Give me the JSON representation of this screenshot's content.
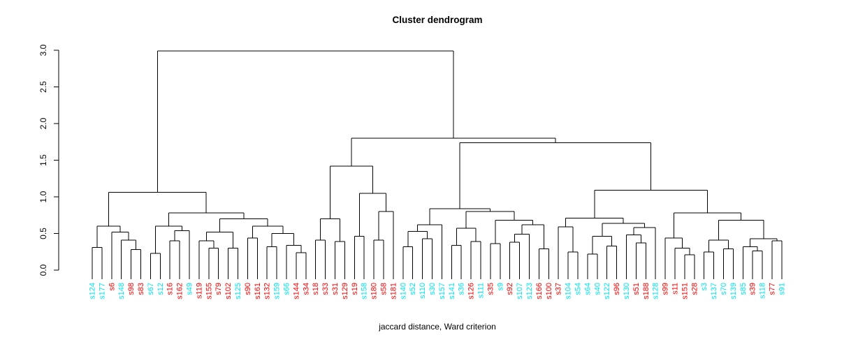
{
  "title": "Cluster dendrogram",
  "xlabel": "jaccard distance, Ward criterion",
  "chart_data": {
    "type": "dendrogram",
    "title": "Cluster dendrogram",
    "xlabel": "jaccard distance, Ward criterion",
    "ylim": [
      0,
      3
    ],
    "grid": false,
    "y_axis": {
      "ticks": [
        {
          "value": 0.0,
          "label": "0.0"
        },
        {
          "value": 0.5,
          "label": "0.5"
        },
        {
          "value": 1.0,
          "label": "1.0"
        },
        {
          "value": 1.5,
          "label": "1.5"
        },
        {
          "value": 2.0,
          "label": "2.0"
        },
        {
          "value": 2.5,
          "label": "2.5"
        },
        {
          "value": 3.0,
          "label": "3.0"
        }
      ]
    },
    "colors": {
      "cyan": "#00E5EE",
      "red": "#FF0000",
      "line": "#000000",
      "background": "#FFFFFF"
    },
    "leaves": [
      {
        "label": "s124",
        "color": "cyan"
      },
      {
        "label": "s177",
        "color": "cyan"
      },
      {
        "label": "s6",
        "color": "red"
      },
      {
        "label": "s148",
        "color": "cyan"
      },
      {
        "label": "s98",
        "color": "red"
      },
      {
        "label": "s83",
        "color": "red"
      },
      {
        "label": "s67",
        "color": "cyan"
      },
      {
        "label": "s12",
        "color": "cyan"
      },
      {
        "label": "s16",
        "color": "red"
      },
      {
        "label": "s162",
        "color": "red"
      },
      {
        "label": "s49",
        "color": "cyan"
      },
      {
        "label": "s119",
        "color": "red"
      },
      {
        "label": "s155",
        "color": "red"
      },
      {
        "label": "s79",
        "color": "red"
      },
      {
        "label": "s102",
        "color": "red"
      },
      {
        "label": "s125",
        "color": "cyan"
      },
      {
        "label": "s90",
        "color": "red"
      },
      {
        "label": "s161",
        "color": "red"
      },
      {
        "label": "s132",
        "color": "red"
      },
      {
        "label": "s159",
        "color": "cyan"
      },
      {
        "label": "s66",
        "color": "cyan"
      },
      {
        "label": "s144",
        "color": "red"
      },
      {
        "label": "s34",
        "color": "red"
      },
      {
        "label": "s18",
        "color": "red"
      },
      {
        "label": "s33",
        "color": "red"
      },
      {
        "label": "s31",
        "color": "red"
      },
      {
        "label": "s129",
        "color": "red"
      },
      {
        "label": "s19",
        "color": "red"
      },
      {
        "label": "s158",
        "color": "cyan"
      },
      {
        "label": "s180",
        "color": "red"
      },
      {
        "label": "s58",
        "color": "red"
      },
      {
        "label": "s181",
        "color": "red"
      },
      {
        "label": "s140",
        "color": "cyan"
      },
      {
        "label": "s52",
        "color": "cyan"
      },
      {
        "label": "s110",
        "color": "cyan"
      },
      {
        "label": "s30",
        "color": "cyan"
      },
      {
        "label": "s157",
        "color": "cyan"
      },
      {
        "label": "s141",
        "color": "cyan"
      },
      {
        "label": "s36",
        "color": "cyan"
      },
      {
        "label": "s126",
        "color": "red"
      },
      {
        "label": "s111",
        "color": "cyan"
      },
      {
        "label": "s35",
        "color": "red"
      },
      {
        "label": "s9",
        "color": "cyan"
      },
      {
        "label": "s92",
        "color": "red"
      },
      {
        "label": "s107",
        "color": "cyan"
      },
      {
        "label": "s123",
        "color": "cyan"
      },
      {
        "label": "s166",
        "color": "red"
      },
      {
        "label": "s100",
        "color": "red"
      },
      {
        "label": "s37",
        "color": "red"
      },
      {
        "label": "s104",
        "color": "cyan"
      },
      {
        "label": "s54",
        "color": "cyan"
      },
      {
        "label": "s64",
        "color": "cyan"
      },
      {
        "label": "s40",
        "color": "cyan"
      },
      {
        "label": "s122",
        "color": "cyan"
      },
      {
        "label": "s96",
        "color": "red"
      },
      {
        "label": "s130",
        "color": "cyan"
      },
      {
        "label": "s51",
        "color": "red"
      },
      {
        "label": "s188",
        "color": "red"
      },
      {
        "label": "s128",
        "color": "cyan"
      },
      {
        "label": "s99",
        "color": "red"
      },
      {
        "label": "s11",
        "color": "red"
      },
      {
        "label": "s151",
        "color": "red"
      },
      {
        "label": "s28",
        "color": "red"
      },
      {
        "label": "s3",
        "color": "cyan"
      },
      {
        "label": "s137",
        "color": "cyan"
      },
      {
        "label": "s70",
        "color": "cyan"
      },
      {
        "label": "s139",
        "color": "cyan"
      },
      {
        "label": "s85",
        "color": "cyan"
      },
      {
        "label": "s39",
        "color": "red"
      },
      {
        "label": "s118",
        "color": "cyan"
      },
      {
        "label": "s77",
        "color": "red"
      },
      {
        "label": "s91",
        "color": "cyan"
      }
    ],
    "tree": {
      "h": 2.99,
      "c": [
        {
          "h": 1.06,
          "c": [
            {
              "h": 0.6,
              "c": [
                {
                  "h": 0.31,
                  "c": [
                    "s124",
                    "s177"
                  ]
                },
                {
                  "h": 0.52,
                  "c": [
                    "s6",
                    {
                      "h": 0.41,
                      "c": [
                        "s148",
                        {
                          "h": 0.28,
                          "c": [
                            "s98",
                            "s83"
                          ]
                        }
                      ]
                    }
                  ]
                }
              ]
            },
            {
              "h": 0.78,
              "c": [
                {
                  "h": 0.6,
                  "c": [
                    {
                      "h": 0.23,
                      "c": [
                        "s67",
                        "s12"
                      ]
                    },
                    {
                      "h": 0.54,
                      "c": [
                        {
                          "h": 0.4,
                          "c": [
                            "s16",
                            "s162"
                          ]
                        },
                        "s49"
                      ]
                    }
                  ]
                },
                {
                  "h": 0.7,
                  "c": [
                    {
                      "h": 0.52,
                      "c": [
                        {
                          "h": 0.4,
                          "c": [
                            "s119",
                            {
                              "h": 0.3,
                              "c": [
                                "s155",
                                "s79"
                              ]
                            }
                          ]
                        },
                        {
                          "h": 0.3,
                          "c": [
                            "s102",
                            "s125"
                          ]
                        }
                      ]
                    },
                    {
                      "h": 0.6,
                      "c": [
                        {
                          "h": 0.44,
                          "c": [
                            "s90",
                            "s161"
                          ]
                        },
                        {
                          "h": 0.5,
                          "c": [
                            {
                              "h": 0.32,
                              "c": [
                                "s132",
                                "s159"
                              ]
                            },
                            {
                              "h": 0.34,
                              "c": [
                                "s66",
                                {
                                  "h": 0.24,
                                  "c": [
                                    "s144",
                                    "s34"
                                  ]
                                }
                              ]
                            }
                          ]
                        }
                      ]
                    }
                  ]
                }
              ]
            }
          ]
        },
        {
          "h": 1.8,
          "c": [
            {
              "h": 1.42,
              "c": [
                {
                  "h": 0.7,
                  "c": [
                    {
                      "h": 0.41,
                      "c": [
                        "s18",
                        "s33"
                      ]
                    },
                    {
                      "h": 0.39,
                      "c": [
                        "s31",
                        "s129"
                      ]
                    }
                  ]
                },
                {
                  "h": 1.05,
                  "c": [
                    {
                      "h": 0.46,
                      "c": [
                        "s19",
                        "s158"
                      ]
                    },
                    {
                      "h": 0.8,
                      "c": [
                        {
                          "h": 0.41,
                          "c": [
                            "s180",
                            "s58"
                          ]
                        },
                        "s181"
                      ]
                    }
                  ]
                }
              ]
            },
            {
              "h": 1.74,
              "c": [
                {
                  "h": 0.84,
                  "c": [
                    {
                      "h": 0.62,
                      "c": [
                        {
                          "h": 0.53,
                          "c": [
                            {
                              "h": 0.32,
                              "c": [
                                "s140",
                                "s52"
                              ]
                            },
                            {
                              "h": 0.43,
                              "c": [
                                "s110",
                                "s30"
                              ]
                            }
                          ]
                        },
                        "s157"
                      ]
                    },
                    {
                      "h": 0.8,
                      "c": [
                        {
                          "h": 0.57,
                          "c": [
                            {
                              "h": 0.34,
                              "c": [
                                "s141",
                                "s36"
                              ]
                            },
                            {
                              "h": 0.39,
                              "c": [
                                "s126",
                                "s111"
                              ]
                            }
                          ]
                        },
                        {
                          "h": 0.68,
                          "c": [
                            {
                              "h": 0.36,
                              "c": [
                                "s35",
                                "s9"
                              ]
                            },
                            {
                              "h": 0.62,
                              "c": [
                                {
                                  "h": 0.49,
                                  "c": [
                                    {
                                      "h": 0.38,
                                      "c": [
                                        "s92",
                                        "s107"
                                      ]
                                    },
                                    "s123"
                                  ]
                                },
                                {
                                  "h": 0.29,
                                  "c": [
                                    "s166",
                                    "s100"
                                  ]
                                }
                              ]
                            }
                          ]
                        }
                      ]
                    }
                  ]
                },
                {
                  "h": 1.09,
                  "c": [
                    {
                      "h": 0.71,
                      "c": [
                        {
                          "h": 0.59,
                          "c": [
                            "s37",
                            {
                              "h": 0.25,
                              "c": [
                                "s104",
                                "s54"
                              ]
                            }
                          ]
                        },
                        {
                          "h": 0.64,
                          "c": [
                            {
                              "h": 0.46,
                              "c": [
                                {
                                  "h": 0.22,
                                  "c": [
                                    "s64",
                                    "s40"
                                  ]
                                },
                                {
                                  "h": 0.33,
                                  "c": [
                                    "s122",
                                    "s96"
                                  ]
                                }
                              ]
                            },
                            {
                              "h": 0.58,
                              "c": [
                                {
                                  "h": 0.48,
                                  "c": [
                                    "s130",
                                    {
                                      "h": 0.37,
                                      "c": [
                                        "s51",
                                        "s188"
                                      ]
                                    }
                                  ]
                                },
                                "s128"
                              ]
                            }
                          ]
                        }
                      ]
                    },
                    {
                      "h": 0.78,
                      "c": [
                        {
                          "h": 0.44,
                          "c": [
                            "s99",
                            {
                              "h": 0.3,
                              "c": [
                                "s11",
                                {
                                  "h": 0.21,
                                  "c": [
                                    "s151",
                                    "s28"
                                  ]
                                }
                              ]
                            }
                          ]
                        },
                        {
                          "h": 0.68,
                          "c": [
                            {
                              "h": 0.41,
                              "c": [
                                {
                                  "h": 0.25,
                                  "c": [
                                    "s3",
                                    "s137"
                                  ]
                                },
                                {
                                  "h": 0.29,
                                  "c": [
                                    "s70",
                                    "s139"
                                  ]
                                }
                              ]
                            },
                            {
                              "h": 0.43,
                              "c": [
                                {
                                  "h": 0.32,
                                  "c": [
                                    "s85",
                                    {
                                      "h": 0.26,
                                      "c": [
                                        "s39",
                                        "s118"
                                      ]
                                    }
                                  ]
                                },
                                {
                                  "h": 0.4,
                                  "c": [
                                    "s77",
                                    "s91"
                                  ]
                                }
                              ]
                            }
                          ]
                        }
                      ]
                    }
                  ]
                }
              ]
            }
          ]
        }
      ]
    }
  }
}
